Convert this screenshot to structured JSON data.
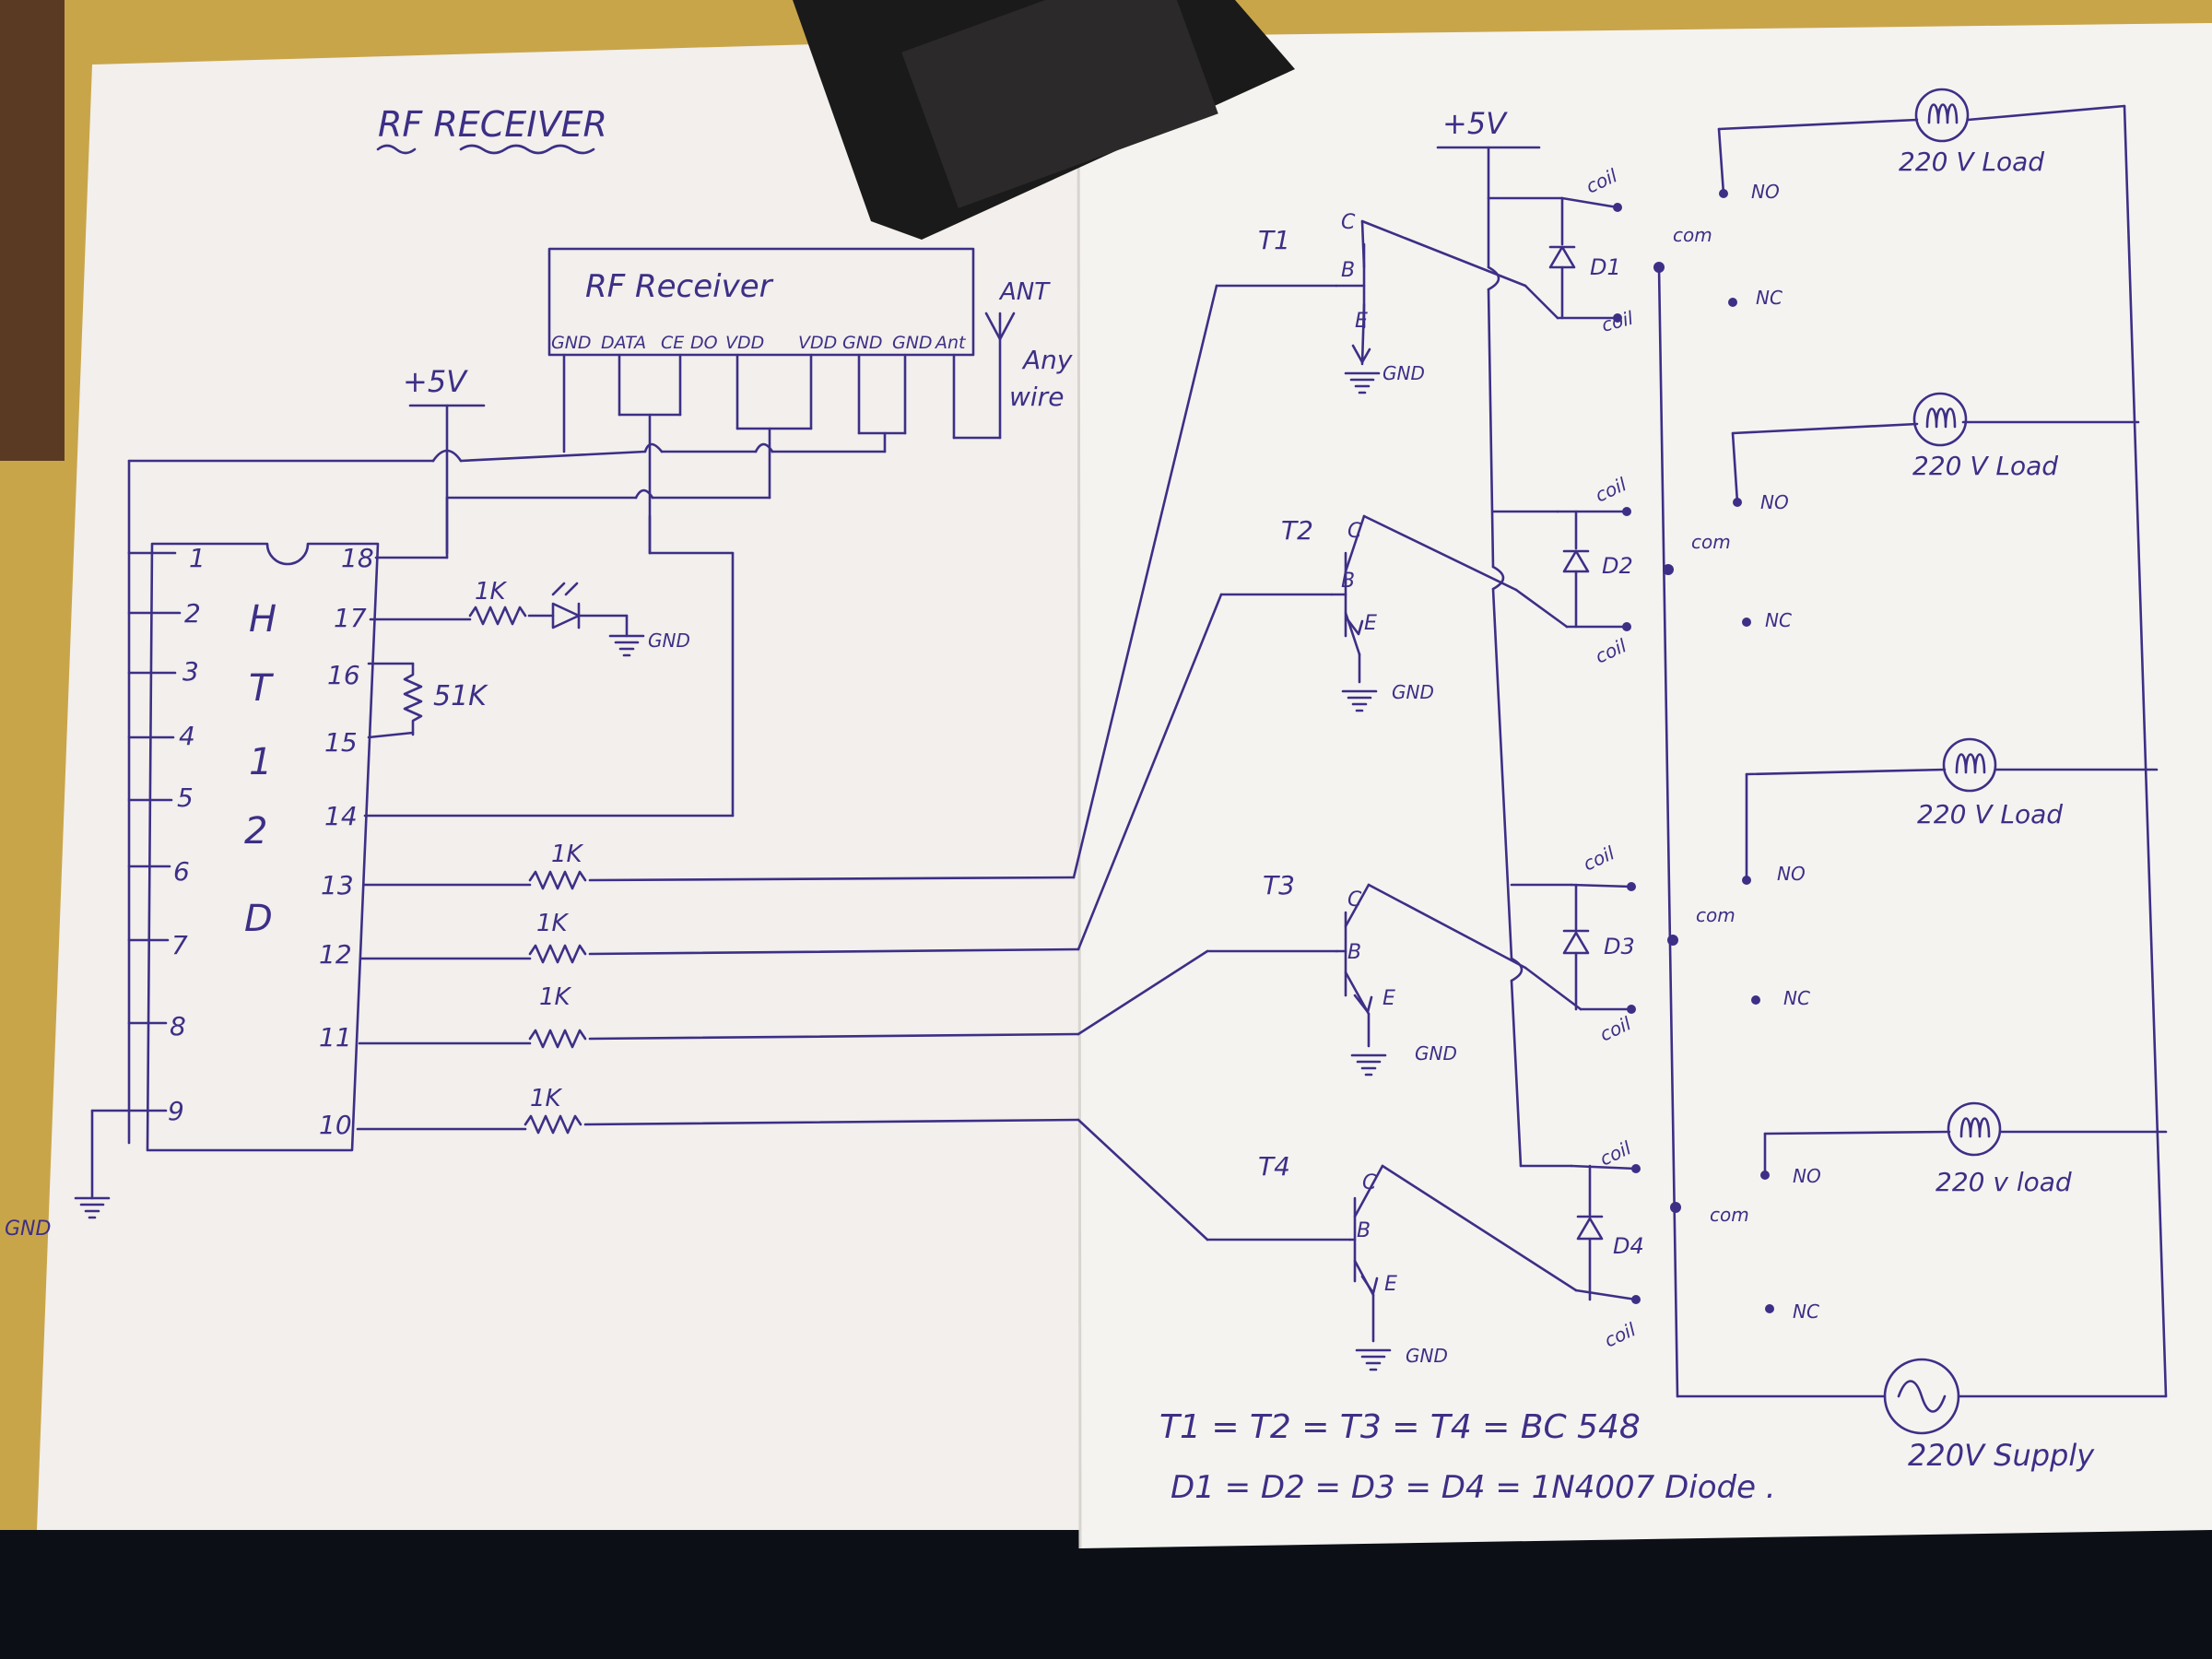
{
  "colors": {
    "ink": "#3d2f86",
    "paper_left": "#f2efec",
    "paper_right": "#f5f3f0",
    "table": "#c9a54a",
    "bottom_band": "#0c1016"
  },
  "title": "RF RECEIVER",
  "rf_module": {
    "label": "RF Receiver",
    "pins": [
      "GND",
      "DATA",
      "CE",
      "DO",
      "VDD",
      "VDD",
      "GND",
      "GND",
      "Ant"
    ]
  },
  "antenna": {
    "label": "ANT",
    "note_line1": "Any",
    "note_line2": "wire"
  },
  "ic": {
    "name_letters": [
      "H",
      "T",
      "1",
      "2",
      "D"
    ],
    "left_pins": [
      "1",
      "2",
      "3",
      "4",
      "5",
      "6",
      "7",
      "8",
      "9"
    ],
    "right_pins": [
      "18",
      "17",
      "16",
      "15",
      "14",
      "13",
      "12",
      "11",
      "10"
    ]
  },
  "labels": {
    "vcc_left": "+5V",
    "vcc_right": "+5V",
    "gnd": "GND",
    "gnd_lower": "GND",
    "r_led": "1K",
    "r_osc": "51K",
    "r_out": [
      "1K",
      "1K",
      "1K",
      "1K"
    ]
  },
  "transistors": [
    "T1",
    "T2",
    "T3",
    "T4"
  ],
  "transistor_pins": {
    "c": "C",
    "b": "B",
    "e": "E"
  },
  "diodes": [
    "D1",
    "D2",
    "D3",
    "D4"
  ],
  "relay": {
    "coil": "coil",
    "com": "com",
    "no": "NO",
    "nc": "NC"
  },
  "loads": [
    "220 V Load",
    "220 V Load",
    "220 V Load",
    "220 v load"
  ],
  "supply": "220V Supply",
  "notes": [
    "T1 = T2 = T3 = T4 = BC 548",
    "D1 = D2 = D3 = D4 = 1N4007 Diode ."
  ]
}
